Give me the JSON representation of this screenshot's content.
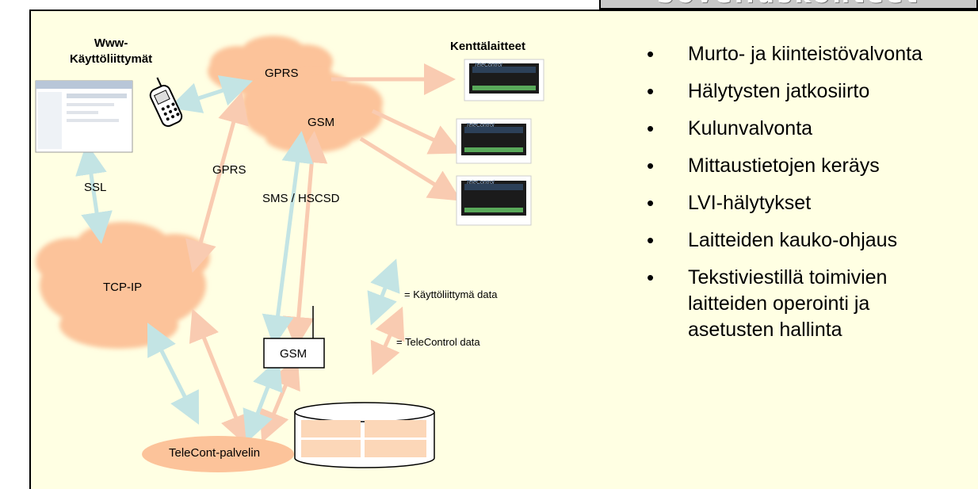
{
  "title": "Sovelluskohteet",
  "diagram": {
    "web_ui_label": "Www-\nKäyttöliittymät",
    "field_devices_label": "Kenttälaitteet",
    "clouds": {
      "gprs_top": "GPRS",
      "gsm_top": "GSM",
      "tcpip": "TCP-IP"
    },
    "link_labels": {
      "ssl": "SSL",
      "gprs": "GPRS",
      "sms_hscsd": "SMS / HSCSD"
    },
    "server_label": "TeleCont-palvelin",
    "gsm_box_label": "GSM",
    "device_brand": "TeleControl",
    "legend": {
      "ui_data": "= Käyttöliittymä data",
      "telecontrol_data": "= TeleControl data"
    },
    "colors": {
      "cloud": "#fcc39a",
      "ui_arrow": "#c3e4e4",
      "telecontrol_arrow": "#f9cbb1"
    }
  },
  "bullets": [
    "Murto- ja kiinteistövalvonta",
    "Hälytysten jatkosiirto",
    "Kulunvalvonta",
    "Mittaustietojen keräys",
    "LVI-hälytykset",
    "Laitteiden kauko-ohjaus",
    "Tekstiviestillä toimivien laitteiden operointi ja asetusten hallinta"
  ]
}
